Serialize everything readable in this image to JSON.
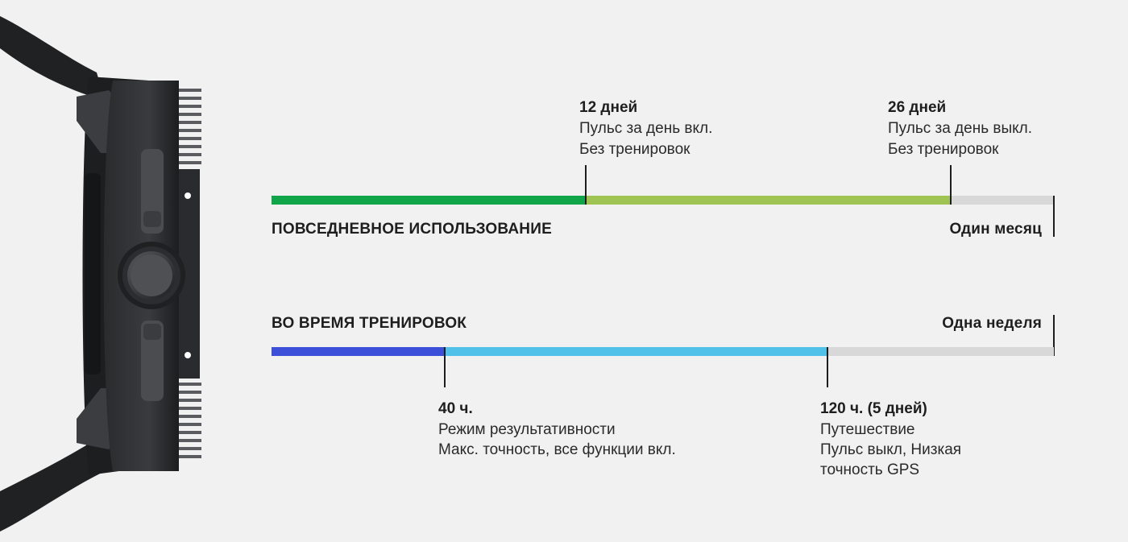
{
  "colors": {
    "background": "#f1f1f1",
    "daily_green": "#0fa548",
    "daily_lime": "#a0c453",
    "training_blue": "#3b4fd8",
    "training_cyan": "#52c1ea",
    "remaining_gray": "#d8d8d8",
    "text": "#1e1e1e"
  },
  "daily": {
    "heading": "ПОВСЕДНЕВНОЕ ИСПОЛЬЗОВАНИЕ",
    "end_label": "Один месяц",
    "markers": [
      {
        "title": "12 дней",
        "line1": "Пульс за день вкл.",
        "line2": "Без тренировок"
      },
      {
        "title": "26 дней",
        "line1": "Пульс за день выкл.",
        "line2": "Без тренировок"
      }
    ]
  },
  "training": {
    "heading": "ВО ВРЕМЯ ТРЕНИРОВОК",
    "end_label": "Одна неделя",
    "markers": [
      {
        "title": "40 ч.",
        "line1": "Режим результативности",
        "line2": "Макс. точность, все функции вкл."
      },
      {
        "title": "120 ч. (5 дней)",
        "line1": "Путешествие",
        "line2": "Пульс выкл, Низкая",
        "line3": "точность GPS"
      }
    ]
  },
  "image": {
    "icon": "watch-side-view-icon"
  }
}
